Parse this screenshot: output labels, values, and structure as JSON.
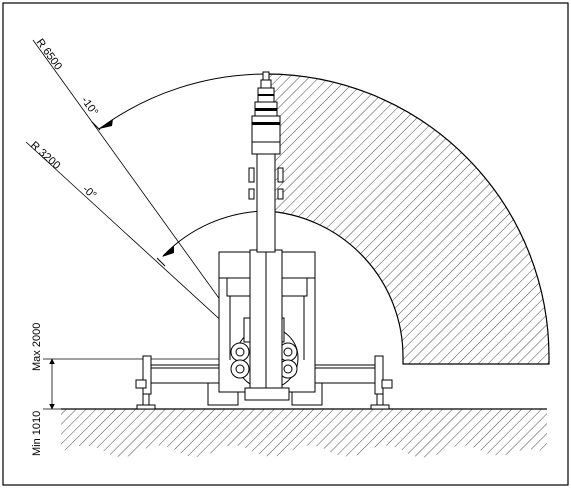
{
  "labels": {
    "r_outer": "R  6500",
    "r_outer_tol": "-10°",
    "r_inner": "R  3200",
    "r_inner_tol": "-0°",
    "height_min": "Min  1010",
    "height_max": "Max 2000"
  },
  "colors": {
    "line": "#000000",
    "background": "#ffffff"
  }
}
